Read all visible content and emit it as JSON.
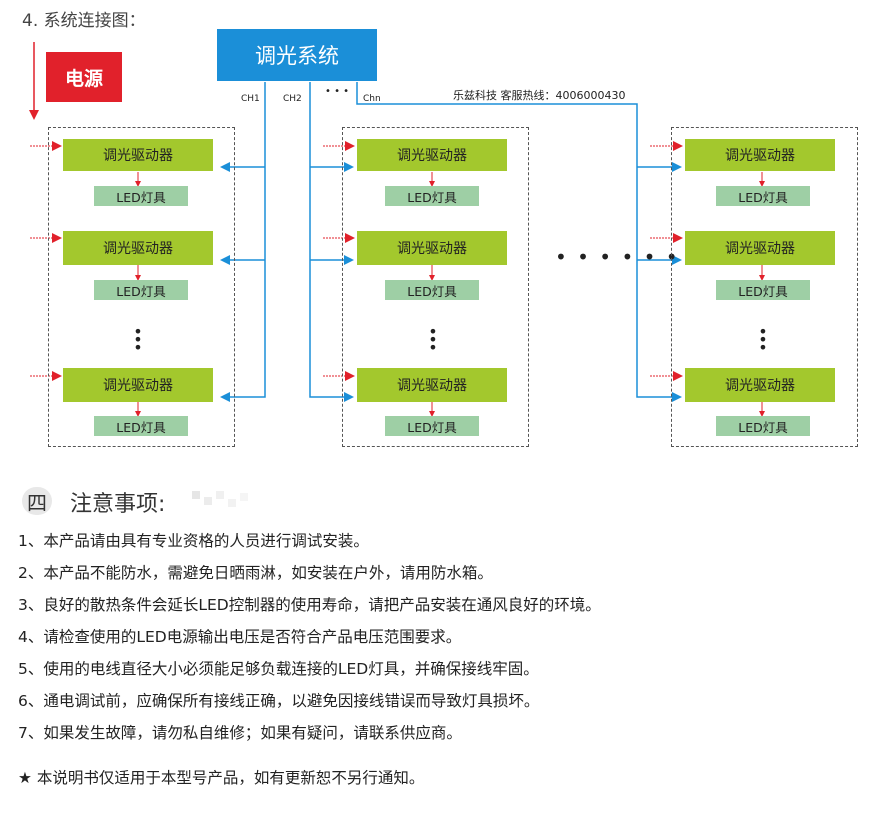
{
  "section_title": "4. 系统连接图：",
  "diagram": {
    "system_label": "调光系统",
    "power_label": "电源",
    "channels": [
      "CH1",
      "CH2",
      "Chn"
    ],
    "channel_dots": "• • •",
    "hotline": "乐兹科技 客服热线：4006000430",
    "driver_label": "调光驱动器",
    "lamp_label": "LED灯具",
    "between_groups_dots": "• • • • • •",
    "colors": {
      "system": "#1b8fd8",
      "power": "#e1212b",
      "driver": "#a3c82d",
      "lamp": "#9ecfa5",
      "blue_line": "#1b8fd8",
      "red_arrow": "#e1212b"
    }
  },
  "notes": {
    "number": "四",
    "title": "注意事项:",
    "items": [
      "1、本产品请由具有专业资格的人员进行调试安装。",
      "2、本产品不能防水，需避免日晒雨淋，如安装在户外，请用防水箱。",
      "3、良好的散热条件会延长LED控制器的使用寿命，请把产品安装在通风良好的环境。",
      "4、请检查使用的LED电源输出电压是否符合产品电压范围要求。",
      "5、使用的电线直径大小必须能足够负载连接的LED灯具，并确保接线牢固。",
      "6、通电调试前，应确保所有接线正确，以避免因接线错误而导致灯具损坏。",
      "7、如果发生故障，请勿私自维修；如果有疑问，请联系供应商。"
    ],
    "footer": "★ 本说明书仅适用于本型号产品，如有更新恕不另行通知。"
  }
}
